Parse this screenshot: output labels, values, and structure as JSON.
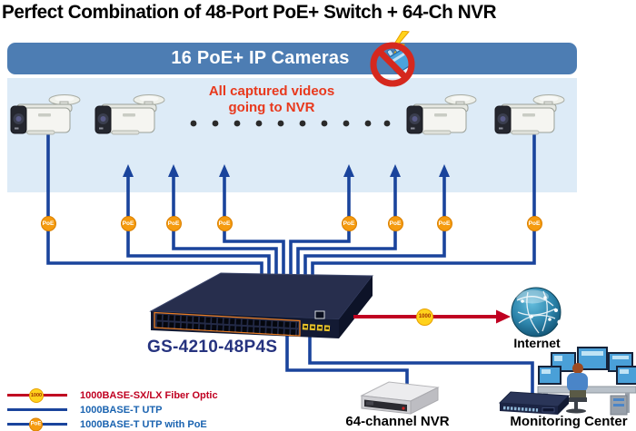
{
  "title": "Perfect Combination of 48-Port PoE+ Switch + 64-Ch NVR",
  "banner": {
    "label": "16 PoE+ IP Cameras"
  },
  "caption": {
    "line1": "All captured videos",
    "line2": "going to NVR"
  },
  "badges": {
    "poe": "PoE",
    "speed": "1000"
  },
  "devices": {
    "switch": {
      "label": "GS-4210-48P4S"
    },
    "internet": {
      "label": "Internet"
    },
    "nvr": {
      "label": "64-channel NVR"
    },
    "monitoring": {
      "label": "Monitoring Center"
    }
  },
  "legend": {
    "items": [
      {
        "label": "1000BASE-SX/LX Fiber Optic"
      },
      {
        "label": "1000BASE-T UTP"
      },
      {
        "label": "1000BASE-T UTP with PoE"
      }
    ]
  },
  "colors": {
    "utp_line": "#1a449c",
    "fiber_line": "#c00021",
    "poe_badge": "#f59b0f",
    "speed_badge": "#ffd21c",
    "banner_bg": "#4d7db3",
    "panel_bg": "#ddebf7",
    "caption_text": "#e8391d"
  }
}
